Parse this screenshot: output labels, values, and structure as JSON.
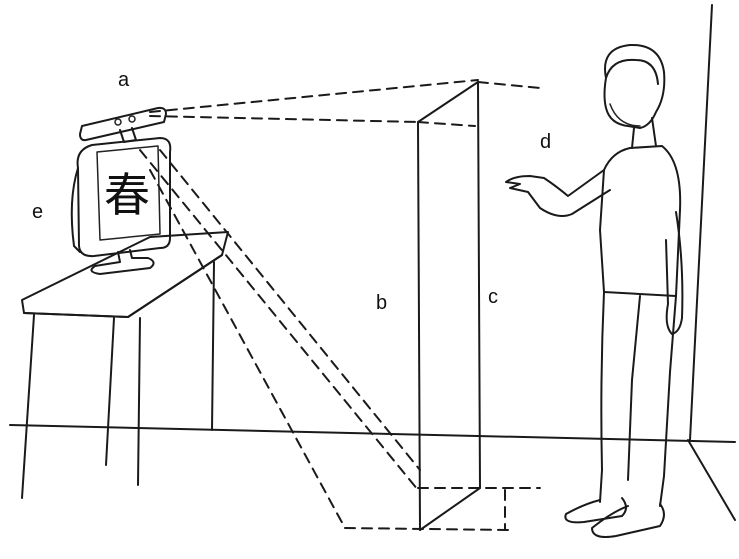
{
  "labels": {
    "a": "a",
    "b": "b",
    "c": "c",
    "d": "d",
    "e": "e"
  },
  "screen_character": "春",
  "colors": {
    "ink": "#1a1a1a",
    "paper": "#ffffff"
  }
}
